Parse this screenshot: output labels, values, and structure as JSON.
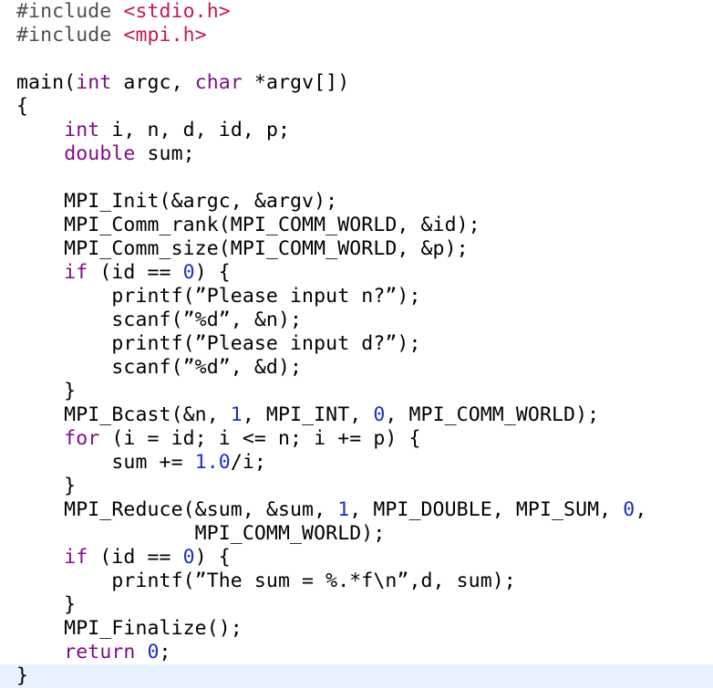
{
  "editor": {
    "colors": {
      "directive": "#4f4f4f",
      "header": "#c41a4f",
      "keyword": "#7f0f85",
      "number": "#1c2ec9",
      "plain": "#000000",
      "current_line_highlight": "#e8f2fe",
      "background": "#ffffff"
    },
    "current_line": 28,
    "lines": [
      [
        {
          "t": "#include ",
          "k": "directive"
        },
        {
          "t": "<stdio.h>",
          "k": "header"
        }
      ],
      [
        {
          "t": "#include ",
          "k": "directive"
        },
        {
          "t": "<mpi.h>",
          "k": "header"
        }
      ],
      [],
      [
        {
          "t": "main(",
          "k": "plain"
        },
        {
          "t": "int",
          "k": "keyword"
        },
        {
          "t": " argc, ",
          "k": "plain"
        },
        {
          "t": "char",
          "k": "keyword"
        },
        {
          "t": " *argv[])",
          "k": "plain"
        }
      ],
      [
        {
          "t": "{",
          "k": "plain"
        }
      ],
      [
        {
          "t": "    ",
          "k": "plain"
        },
        {
          "t": "int",
          "k": "keyword"
        },
        {
          "t": " i, n, d, id, p;",
          "k": "plain"
        }
      ],
      [
        {
          "t": "    ",
          "k": "plain"
        },
        {
          "t": "double",
          "k": "keyword"
        },
        {
          "t": " sum;",
          "k": "plain"
        }
      ],
      [],
      [
        {
          "t": "    MPI_Init(&argc, &argv);",
          "k": "plain"
        }
      ],
      [
        {
          "t": "    MPI_Comm_rank(MPI_COMM_WORLD, &id);",
          "k": "plain"
        }
      ],
      [
        {
          "t": "    MPI_Comm_size(MPI_COMM_WORLD, &p);",
          "k": "plain"
        }
      ],
      [
        {
          "t": "    ",
          "k": "plain"
        },
        {
          "t": "if",
          "k": "keyword"
        },
        {
          "t": " (id == ",
          "k": "plain"
        },
        {
          "t": "0",
          "k": "number"
        },
        {
          "t": ") {",
          "k": "plain"
        }
      ],
      [
        {
          "t": "        printf(”Please input n?”);",
          "k": "plain"
        }
      ],
      [
        {
          "t": "        scanf(”%d”, &n);",
          "k": "plain"
        }
      ],
      [
        {
          "t": "        printf(”Please input d?”);",
          "k": "plain"
        }
      ],
      [
        {
          "t": "        scanf(”%d”, &d);",
          "k": "plain"
        }
      ],
      [
        {
          "t": "    }",
          "k": "plain"
        }
      ],
      [
        {
          "t": "    MPI_Bcast(&n, ",
          "k": "plain"
        },
        {
          "t": "1",
          "k": "number"
        },
        {
          "t": ", MPI_INT, ",
          "k": "plain"
        },
        {
          "t": "0",
          "k": "number"
        },
        {
          "t": ", MPI_COMM_WORLD);",
          "k": "plain"
        }
      ],
      [
        {
          "t": "    ",
          "k": "plain"
        },
        {
          "t": "for",
          "k": "keyword"
        },
        {
          "t": " (i = id; i <= n; i += p) {",
          "k": "plain"
        }
      ],
      [
        {
          "t": "        sum += ",
          "k": "plain"
        },
        {
          "t": "1.0",
          "k": "number"
        },
        {
          "t": "/i;",
          "k": "plain"
        }
      ],
      [
        {
          "t": "    }",
          "k": "plain"
        }
      ],
      [
        {
          "t": "    MPI_Reduce(&sum, &sum, ",
          "k": "plain"
        },
        {
          "t": "1",
          "k": "number"
        },
        {
          "t": ", MPI_DOUBLE, MPI_SUM, ",
          "k": "plain"
        },
        {
          "t": "0",
          "k": "number"
        },
        {
          "t": ",",
          "k": "plain"
        }
      ],
      [
        {
          "t": "               MPI_COMM_WORLD);",
          "k": "plain"
        }
      ],
      [
        {
          "t": "    ",
          "k": "plain"
        },
        {
          "t": "if",
          "k": "keyword"
        },
        {
          "t": " (id == ",
          "k": "plain"
        },
        {
          "t": "0",
          "k": "number"
        },
        {
          "t": ") {",
          "k": "plain"
        }
      ],
      [
        {
          "t": "        printf(”The sum = %.*f\\n”,d, sum);",
          "k": "plain"
        }
      ],
      [
        {
          "t": "    }",
          "k": "plain"
        }
      ],
      [
        {
          "t": "    MPI_Finalize();",
          "k": "plain"
        }
      ],
      [
        {
          "t": "    ",
          "k": "plain"
        },
        {
          "t": "return",
          "k": "keyword"
        },
        {
          "t": " ",
          "k": "plain"
        },
        {
          "t": "0",
          "k": "number"
        },
        {
          "t": ";",
          "k": "plain"
        }
      ],
      [
        {
          "t": "}",
          "k": "plain"
        }
      ]
    ]
  }
}
